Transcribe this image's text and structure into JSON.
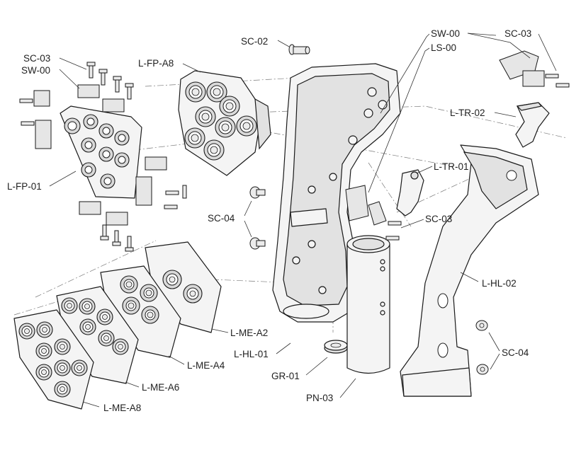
{
  "labels": {
    "sc02": "SC-02",
    "sw00_top": "SW-00",
    "ls00": "LS-00",
    "sc03_top_right": "SC-03",
    "sc03_top_left": "SC-03",
    "sw00_left": "SW-00",
    "lfpa8": "L-FP-A8",
    "ltr02": "L-TR-02",
    "ltr01": "L-TR-01",
    "lfp01": "L-FP-01",
    "sc04_mid": "SC-04",
    "sc03_mid": "SC-03",
    "lhl02": "L-HL-02",
    "lmea2": "L-ME-A2",
    "lhl01": "L-HL-01",
    "lmea4": "L-ME-A4",
    "sc04_right": "SC-04",
    "gr01": "GR-01",
    "lmea6": "L-ME-A6",
    "pn03": "PN-03",
    "lmea8": "L-ME-A8"
  },
  "colors": {
    "line": "#1a1a1a",
    "part_fill": "#f4f4f4",
    "ring_fill": "#d9d9d9",
    "background": "#ffffff"
  }
}
